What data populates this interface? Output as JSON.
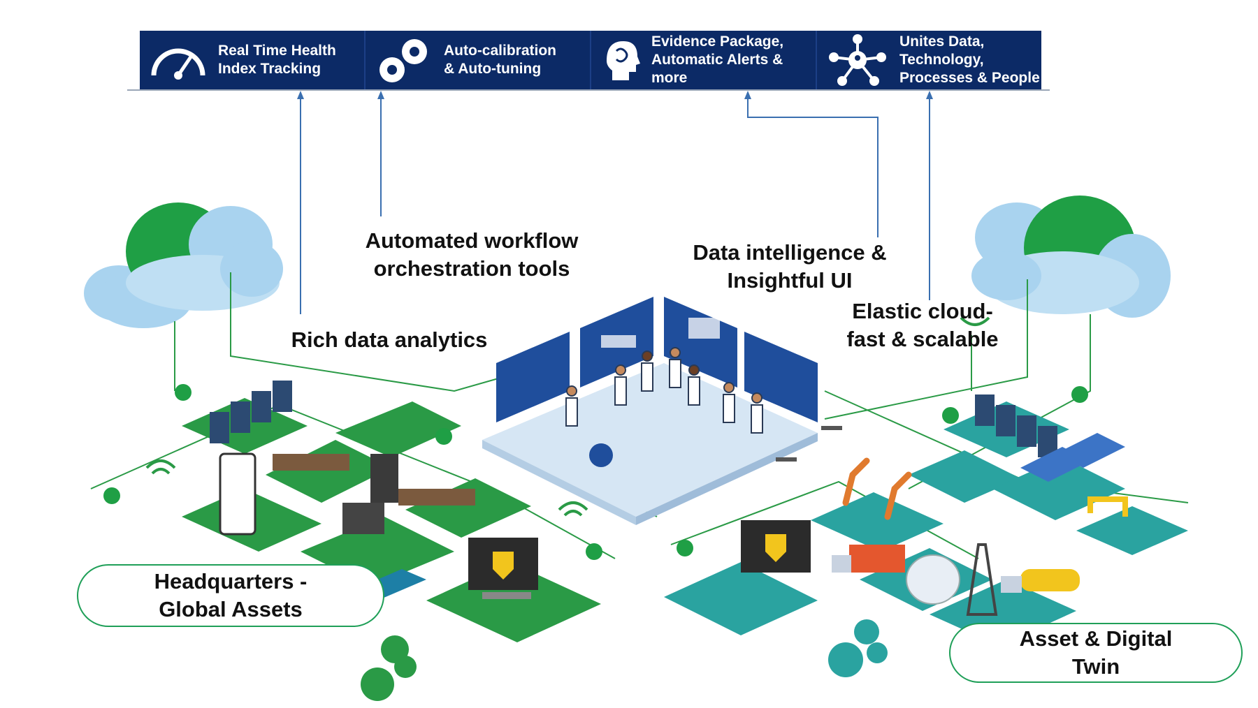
{
  "banner": {
    "items": [
      {
        "icon": "speedometer-icon",
        "label": "Real Time Health\nIndex Tracking"
      },
      {
        "icon": "gears-icon",
        "label": "Auto-calibration\n& Auto-tuning"
      },
      {
        "icon": "brain-head-icon",
        "label": "Evidence Package,\nAutomatic Alerts &\nmore"
      },
      {
        "icon": "network-people-icon",
        "label": "Unites Data,\nTechnology,\nProcesses & People"
      }
    ]
  },
  "labels": {
    "workflow": "Automated workflow\norchestration tools",
    "intelligence": "Data intelligence &\nInsightful  UI",
    "analytics": "Rich data analytics",
    "cloud": "Elastic cloud-\nfast & scalable",
    "headquarters": "Headquarters -\nGlobal Assets",
    "digital_twin": "Asset & Digital\nTwin"
  },
  "colors": {
    "banner": "#0c2a66",
    "connector": "#3a6fb0",
    "green": "#2a9a46",
    "teal": "#2aa3a0",
    "cloud_blue": "#a9d3ef",
    "cloud_green": "#1f9f45",
    "pill_border": "#1f9f58"
  }
}
